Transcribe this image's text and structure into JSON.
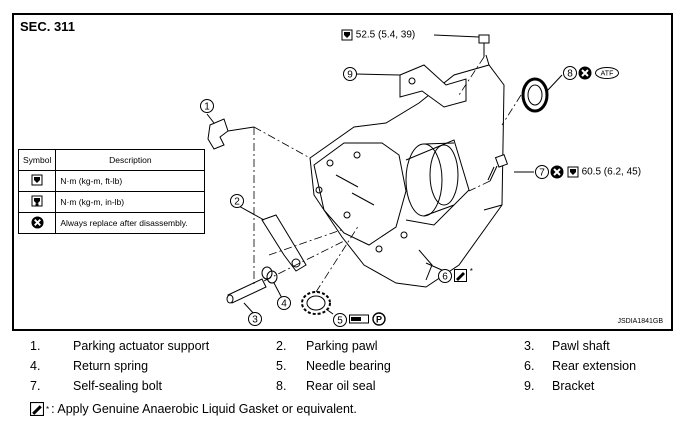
{
  "section": "SEC. 311",
  "image_code": "JSDIA1841GB",
  "callouts": {
    "bolt_torque": "52.5 (5.4, 39)",
    "self_sealing_bolt_torque": "60.5 (6.2, 45)",
    "seal_fluid": "ATF",
    "needle_bearing_lube": "P"
  },
  "symbol_table": {
    "header_symbol": "Symbol",
    "header_description": "Description",
    "rows": [
      {
        "icon": "torque-icon",
        "description": "N·m (kg-m, ft-lb)"
      },
      {
        "icon": "torque-small-icon",
        "description": "N·m (kg-m, in-lb)"
      },
      {
        "icon": "replace-icon",
        "description": "Always replace after disassembly."
      }
    ]
  },
  "parts": [
    {
      "num": "1.",
      "name": "Parking actuator support"
    },
    {
      "num": "2.",
      "name": "Parking pawl"
    },
    {
      "num": "3.",
      "name": "Pawl shaft"
    },
    {
      "num": "4.",
      "name": "Return spring"
    },
    {
      "num": "5.",
      "name": "Needle bearing"
    },
    {
      "num": "6.",
      "name": "Rear extension"
    },
    {
      "num": "7.",
      "name": "Self-sealing bolt"
    },
    {
      "num": "8.",
      "name": "Rear oil seal"
    },
    {
      "num": "9.",
      "name": "Bracket"
    }
  ],
  "footnote": ": Apply Genuine Anaerobic Liquid Gasket or equivalent.",
  "part_labels": [
    "1",
    "2",
    "3",
    "4",
    "5",
    "6",
    "7",
    "8",
    "9"
  ],
  "asterisk": "*"
}
